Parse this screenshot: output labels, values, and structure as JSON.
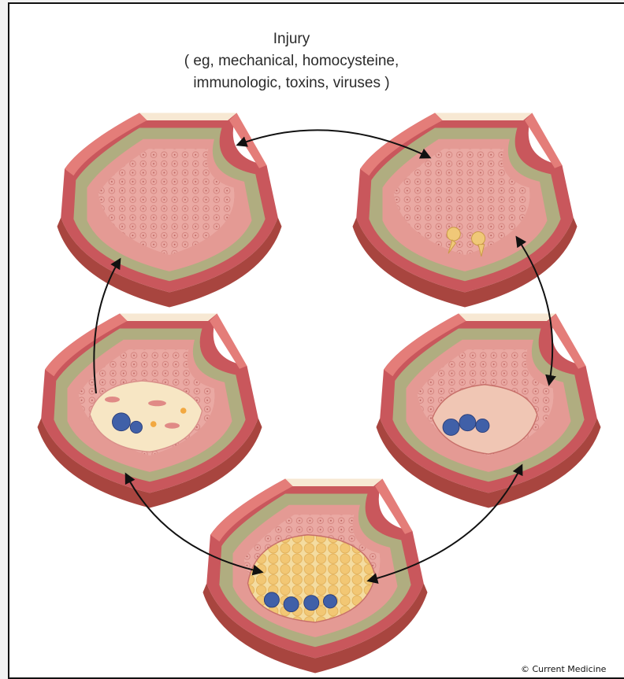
{
  "title": {
    "line1": "Injury",
    "line2": "( eg, mechanical, homocysteine,",
    "line3": "immunologic, toxins, viruses )"
  },
  "stages": [
    {
      "id": "normal-vessel",
      "lesion": "none"
    },
    {
      "id": "monocyte-adhesion",
      "lesion": "adherent-cells"
    },
    {
      "id": "early-lesion",
      "lesion": "foam-cells"
    },
    {
      "id": "advanced-plaque",
      "lesion": "lipid-core"
    },
    {
      "id": "fibrous-plaque",
      "lesion": "fibrous-cap"
    }
  ],
  "colors": {
    "outer_wall": "#c9575c",
    "media": "#b0ad80",
    "intima_band": "#f6e6cf",
    "lumen": "#e39a95",
    "lipid": "#f0cc7a",
    "foam_cell": "#4060a8",
    "arrow": "#111111"
  },
  "credit": "© Current Medicine"
}
